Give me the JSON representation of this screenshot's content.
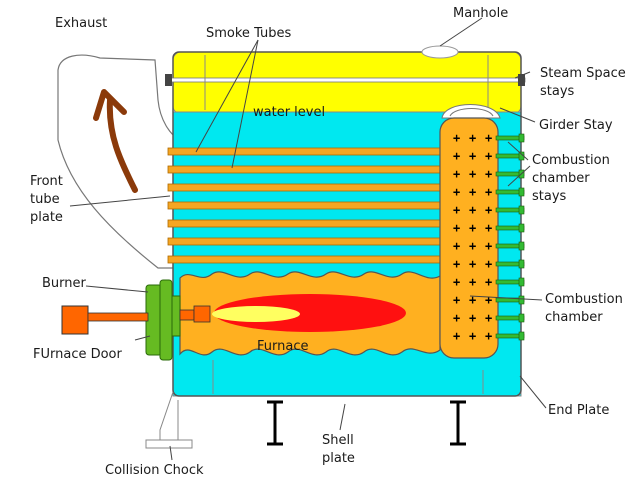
{
  "diagram": {
    "labels": {
      "exhaust": "Exhaust",
      "smoke_tubes": "Smoke Tubes",
      "manhole": "Manhole",
      "steam_space_stays_1": "Steam Space",
      "steam_space_stays_2": "stays",
      "water_level": "water level",
      "girder_stay": "Girder Stay",
      "front_tube_plate_1": "Front",
      "front_tube_plate_2": "tube",
      "front_tube_plate_3": "plate",
      "combustion_chamber_stays_1": "Combustion",
      "combustion_chamber_stays_2": "chamber",
      "combustion_chamber_stays_3": "stays",
      "burner": "Burner",
      "furnace_door": "FUrnace Door",
      "furnace": "Furnace",
      "combustion_chamber_1": "Combustion",
      "combustion_chamber_2": "chamber",
      "end_plate": "End Plate",
      "shell_plate_1": "Shell",
      "shell_plate_2": "plate",
      "collision_chock": "Collision Chock"
    },
    "colors": {
      "steam_space": "#ffff00",
      "water": "#00e8f0",
      "tubes": "#f5a623",
      "furnace": "#ffb020",
      "flame_outer": "#ff1010",
      "flame_inner": "#ffff60",
      "combustion_chamber": "#ffb020",
      "stays": "#33bb33",
      "furnace_door": "#66bb22",
      "burner": "#ff6600",
      "exhaust_arrow": "#8b3a0a"
    }
  }
}
